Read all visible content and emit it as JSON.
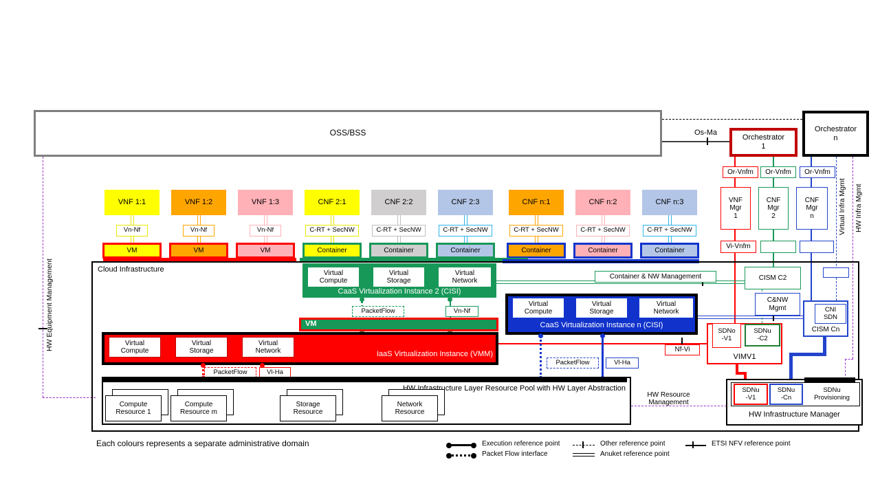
{
  "colors": {
    "red": "#FF0000",
    "dred": "#C00000",
    "green": "#189858",
    "dgreen": "#1E7E34",
    "blue": "#1133CC",
    "bblue": "#2244CC",
    "purple": "#9B30C8",
    "cyan": "#2EB3E8",
    "grayb": "#7F7F7F",
    "yellow": "#FFFF00",
    "orange": "#FFA500",
    "pink": "#FFB1B7",
    "gray": "#D0CECE",
    "periwinkle": "#B4C6E7"
  },
  "top": {
    "oss": "OSS/BSS",
    "os_ma": "Os-Ma",
    "orchestrator1": "Orchestrator\n1",
    "orchestrator_n": "Orchestrator\nn"
  },
  "columns": [
    {
      "label": "VNF 1:1",
      "port": "Vn-Nf",
      "runtime": "VM",
      "fill": "#FFFF00",
      "accent": "#E8E800",
      "group": "#FF0000"
    },
    {
      "label": "VNF 1:2",
      "port": "Vn-Nf",
      "runtime": "VM",
      "fill": "#FFA500",
      "accent": "#FFA500",
      "group": "#FF0000"
    },
    {
      "label": "VNF 1:3",
      "port": "Vn-Nf",
      "runtime": "VM",
      "fill": "#FFB1B7",
      "accent": "#FFB1B7",
      "group": "#FF0000"
    },
    {
      "label": "CNF 2:1",
      "port": "C-RT + SecNW",
      "runtime": "Container",
      "fill": "#FFFF00",
      "accent": "#E8E800",
      "group": "#189858"
    },
    {
      "label": "CNF 2:2",
      "port": "C-RT + SecNW",
      "runtime": "Container",
      "fill": "#D0CECE",
      "accent": "#BFBFBF",
      "group": "#189858"
    },
    {
      "label": "CNF 2:3",
      "port": "C-RT + SecNW",
      "runtime": "Container",
      "fill": "#B4C6E7",
      "accent": "#2EB3E8",
      "group": "#189858"
    },
    {
      "label": "CNF n:1",
      "port": "C-RT + SecNW",
      "runtime": "Container",
      "fill": "#FFA500",
      "accent": "#FFA500",
      "group": "#1133CC"
    },
    {
      "label": "CNF n:2",
      "port": "C-RT + SecNW",
      "runtime": "Container",
      "fill": "#FFB1B7",
      "accent": "#FFB1B7",
      "group": "#1133CC"
    },
    {
      "label": "CNF n:3",
      "port": "C-RT + SecNW",
      "runtime": "Container",
      "fill": "#B4C6E7",
      "accent": "#2EB3E8",
      "group": "#1133CC"
    }
  ],
  "mano": {
    "or_vnfm_1": "Or-Vnfm",
    "or_vnfm_2": "Or-Vnfm",
    "or_vnfm_3": "Or-Vnfm",
    "vnf_mgr_1": "VNF\nMgr\n1",
    "cnf_mgr_2": "CNF\nMgr\n2",
    "cnf_mgr_n": "CNF\nMgr\nn",
    "vi_vnfm": "Vi-Vnfm"
  },
  "side_labels": {
    "hw_equipment_mgmt": "HW Equipment Management",
    "virtual_infra_mgmt": "Virtual Infra Mgmt",
    "hw_infra_mgmt": "HW Infra Mgmt"
  },
  "cloud": {
    "title": "Cloud Infrastructure",
    "caas2": {
      "vc": "Virtual\nCompute",
      "vs": "Virtual\nStorage",
      "vn": "Virtual\nNetwork",
      "name": "CaaS Virtualization Instance 2 (CISI)",
      "packetflow": "PacketFlow",
      "vn_nf": "Vn-Nf"
    },
    "vm_bar": "VM",
    "iaas": {
      "vc": "Virtual\nCompute",
      "vs": "Virtual\nStorage",
      "vn": "Virtual\nNetwork",
      "name": "IaaS Virtualization Instance (VMM)",
      "packetflow": "PacketFlow",
      "vl_ha": "Vl-Ha"
    },
    "caasn": {
      "vc": "Virtual\nCompute",
      "vs": "Virtual\nStorage",
      "vn": "Virtual\nNetwork",
      "name": "CaaS Virtualization Instance n (CISI)",
      "packetflow": "PacketFlow",
      "vl_ha": "Vl-Ha"
    },
    "container_nw_mgmt": "Container & NW Management",
    "nf_vi": "Nf-Vi"
  },
  "right": {
    "cism_c2": "CISM C2",
    "cnw_mgmt": "C&NW\nMgmt",
    "cni_sdn": "CNI\nSDN",
    "cism_cn": "CISM Cn",
    "sdno_v1": "SDNo\n-V1",
    "sdnu_c2": "SDNu\n-C2",
    "vimv1": "VIMV1",
    "hw_mgr": {
      "sdnu_v1": "SDNu\n-V1",
      "sdnu_cn": "SDNu\n-Cn",
      "sdnu_prov": "SDNu\nProvisioning",
      "name": "HW Infrastructure Manager"
    },
    "hw_resource_mgmt": "HW Resource\nManagement"
  },
  "hw_pool": {
    "title": "HW Infrastructure Layer Resource Pool with HW Layer Abstraction",
    "resources": [
      {
        "label": "Compute\nResource 1"
      },
      {
        "label": "Compute\nResource m"
      },
      {
        "label": "Storage\nResource"
      },
      {
        "label": "Network\nResource"
      }
    ]
  },
  "footnote": "Each colours represents a separate administrative domain",
  "legend": {
    "execution": "Execution reference point",
    "packet_flow": "Packet Flow interface",
    "other": "Other reference point",
    "anuket": "Anuket reference point",
    "etsi": "ETSI NFV reference point"
  }
}
